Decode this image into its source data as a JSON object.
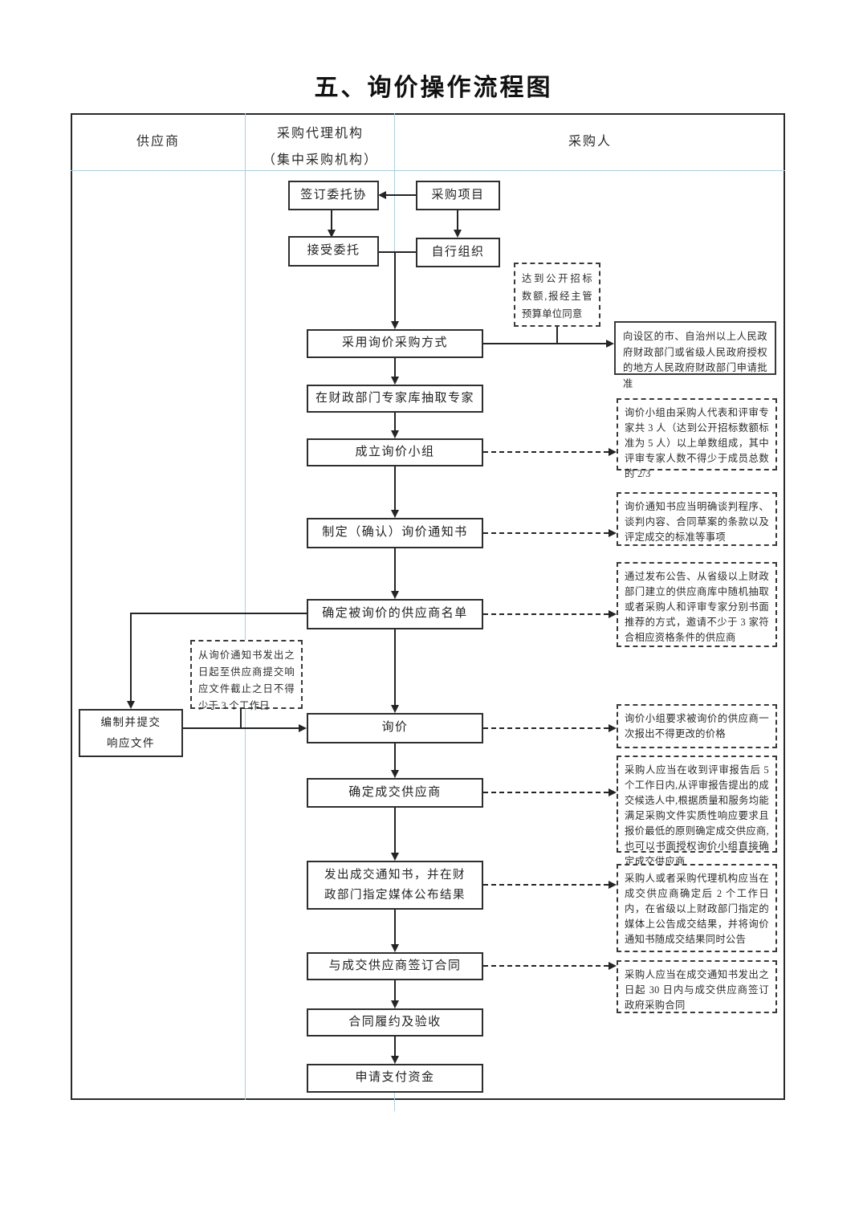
{
  "title": "五、询价操作流程图",
  "lanes": {
    "supplier": "供应商",
    "agency_line1": "采购代理机构",
    "agency_line2": "（集中采购机构）",
    "purchaser": "采购人"
  },
  "nodes": {
    "sign_agreement": "签订委托协",
    "project": "采购项目",
    "accept": "接受委托",
    "self_organize": "自行组织",
    "adopt_method": "采用询价采购方式",
    "draw_experts": "在财政部门专家库抽取专家",
    "form_team": "成立询价小组",
    "make_notice": "制定（确认）询价通知书",
    "supplier_list": "确定被询价的供应商名单",
    "prepare_line1": "编制并提交",
    "prepare_line2": "响应文件",
    "inquiry": "询价",
    "confirm_winner": "确定成交供应商",
    "issue_notice": "发出成交通知书，并在财政部门指定媒体公布结果",
    "sign_contract": "与成交供应商签订合同",
    "perform_accept": "合同履约及验收",
    "apply_payment": "申请支付资金"
  },
  "notes": {
    "over_threshold": "达到公开招标数额,报经主管预算单位同意",
    "apply_approval": "向设区的市、自治州以上人民政府财政部门或省级人民政府授权的地方人民政府财政部门申请批准",
    "team_composition": "询价小组由采购人代表和评审专家共 3 人（达到公开招标数额标准为 5 人）以上单数组成，其中评审专家人数不得少于成员总数的 2/3",
    "notice_content": "询价通知书应当明确谈判程序、谈判内容、合同草案的条款以及评定成交的标准等事项",
    "invite_suppliers": "通过发布公告、从省级以上财政部门建立的供应商库中随机抽取或者采购人和评审专家分别书面推荐的方式，邀请不少于 3 家符合相应资格条件的供应商",
    "min_days": "从询价通知书发出之日起至供应商提交响应文件截止之日不得少于 3 个工作日",
    "one_quote": "询价小组要求被询价的供应商一次报出不得更改的价格",
    "winner_rule": "采购人应当在收到评审报告后 5 个工作日内,从评审报告提出的成交候选人中,根据质量和服务均能满足采购文件实质性响应要求且报价最低的原则确定成交供应商,也可以书面授权询价小组直接确定成交供应商",
    "announce_rule": "采购人或者采购代理机构应当在成交供应商确定后 2 个工作日内，在省级以上财政部门指定的媒体上公告成交结果，并将询价通知书随成交结果同时公告",
    "contract_days": "采购人应当在成交通知书发出之日起 30 日内与成交供应商签订政府采购合同"
  },
  "colors": {
    "flow_line": "#242424",
    "lane_divider": "#a9cfe4",
    "box_border": "#2e2e2e",
    "background": "#ffffff"
  }
}
